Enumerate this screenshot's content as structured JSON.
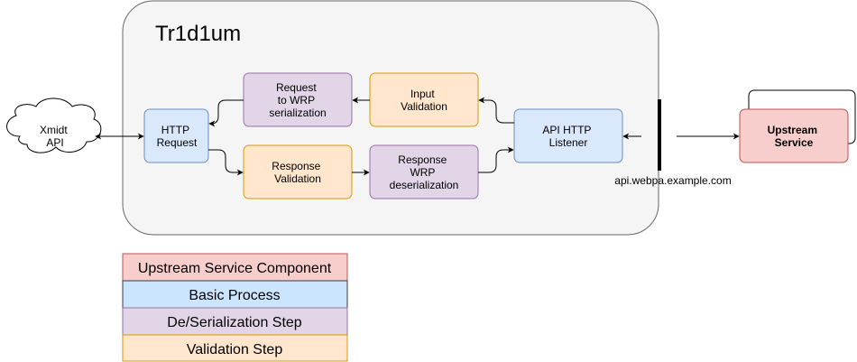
{
  "colors": {
    "upstream_fill": "#f8cecc",
    "upstream_stroke": "#b85450",
    "basic_fill": "#dae8fc",
    "basic_stroke": "#6c8ebf",
    "serial_fill": "#e1d5e7",
    "serial_stroke": "#9673a6",
    "valid_fill": "#ffe6cc",
    "valid_stroke": "#d79b00",
    "container_fill": "#f5f5f5",
    "container_stroke": "#666666"
  },
  "container": {
    "title": "Tr1d1um"
  },
  "cloud": {
    "lines": [
      "Xmidt",
      "API"
    ]
  },
  "nodes": {
    "http_request": {
      "lines": [
        "HTTP",
        "Request"
      ]
    },
    "request_to_wrp": {
      "lines": [
        "Request",
        "to WRP",
        "serialization"
      ]
    },
    "input_validation": {
      "lines": [
        "Input",
        "Validation"
      ]
    },
    "response_validation": {
      "lines": [
        "Response",
        "Validation"
      ]
    },
    "response_wrp": {
      "lines": [
        "Response",
        "WRP",
        "deserialization"
      ]
    },
    "api_listener": {
      "lines": [
        "API HTTP",
        "Listener"
      ]
    },
    "upstream": {
      "lines": [
        "Upstream",
        "Service"
      ]
    }
  },
  "endpoint_label": "api.webpa.example.com",
  "legend": [
    {
      "label": "Upstream Service Component",
      "kind": "upstream"
    },
    {
      "label": "Basic Process",
      "kind": "basic"
    },
    {
      "label": "De/Serialization Step",
      "kind": "serial"
    },
    {
      "label": "Validation Step",
      "kind": "valid"
    }
  ]
}
